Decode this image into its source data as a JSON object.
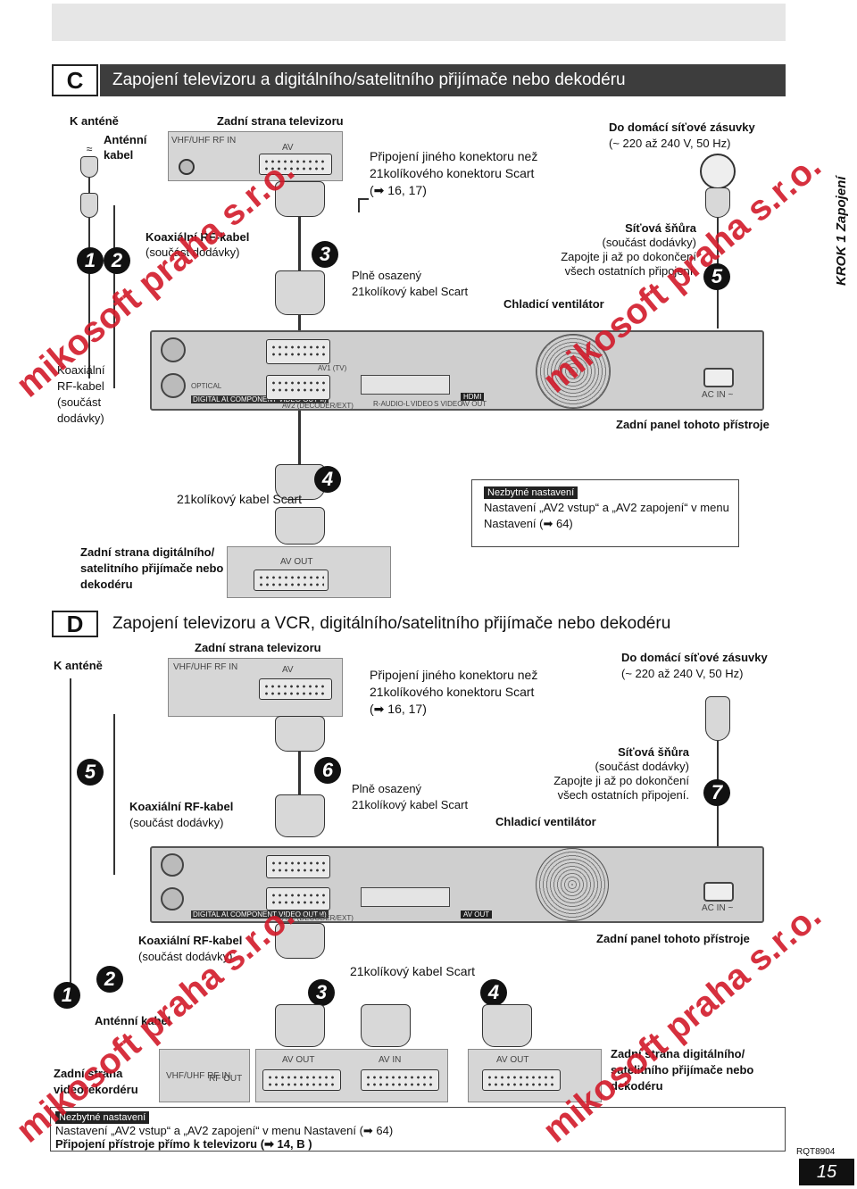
{
  "section_c": {
    "letter": "C",
    "title": "Zapojení televizoru a digitálního/satelitního přijímače nebo dekodéru",
    "k_antene": "K anténě",
    "tv_rear": "Zadní strana televizoru",
    "antenna_cable": "Anténní kabel",
    "tv_rf_in": "VHF/UHF RF IN",
    "tv_av": "AV",
    "coax_cable": "Koaxiální RF-kabel",
    "supplied": "(součást dodávky)",
    "steps": [
      "1",
      "2",
      "3",
      "4",
      "5"
    ],
    "other_conn": {
      "l1": "Připojení jiného konektoru než",
      "l2": "21kolíkového konektoru Scart",
      "l3": "(➡ 16, 17)"
    },
    "scart_full": {
      "l1": "Plně osazený",
      "l2": "21kolíkový kabel Scart"
    },
    "power_outlet": {
      "l1": "Do domácí síťové zásuvky",
      "l2": "(~ 220 až 240 V, 50 Hz)"
    },
    "power_cord": {
      "l1": "Síťová šňůra",
      "l2": "(součást dodávky)",
      "l3": "Zapojte ji až po dokončení",
      "l4": "všech ostatních připojení."
    },
    "cooling_fan": "Chladicí ventilátor",
    "coax_left": {
      "l1": "Koaxiální",
      "l2": "RF-kabel",
      "l3": "(součást",
      "l4": "dodávky)"
    },
    "rear_unit": "Zadní panel tohoto přístroje",
    "scart_21": "21kolíkový kabel Scart",
    "sat_av_out": "AV OUT",
    "sat_rear": {
      "l1": "Zadní strana digitálního/",
      "l2": "satelitního přijímače nebo",
      "l3": "dekodéru"
    },
    "req_tag": "Nezbytné nastavení",
    "req_l1": "Nastavení „AV2 vstup“ a „AV2 zapojení“ v menu",
    "req_l2": "Nastavení (➡ 64)"
  },
  "section_d": {
    "letter": "D",
    "title": "Zapojení televizoru a VCR, digitálního/satelitního přijímače nebo dekodéru",
    "tv_rear": "Zadní strana televizoru",
    "k_antene": "K anténě",
    "tv_rf_in": "VHF/UHF RF IN",
    "tv_av": "AV",
    "other_conn": {
      "l1": "Připojení jiného konektoru než",
      "l2": "21kolíkového konektoru Scart",
      "l3": "(➡ 16, 17)"
    },
    "power_outlet": {
      "l1": "Do domácí síťové zásuvky",
      "l2": "(~ 220 až 240 V, 50 Hz)"
    },
    "steps": [
      "1",
      "2",
      "3",
      "4",
      "5",
      "6",
      "7"
    ],
    "coax_cable": "Koaxiální RF-kabel",
    "supplied": "(součást dodávky)",
    "scart_full": {
      "l1": "Plně osazený",
      "l2": "21kolíkový kabel Scart"
    },
    "cooling_fan": "Chladicí ventilátor",
    "power_cord": {
      "l1": "Síťová šňůra",
      "l2": "(součást dodávky)",
      "l3": "Zapojte ji až po dokončení",
      "l4": "všech ostatních připojení."
    },
    "rear_unit": "Zadní panel tohoto přístroje",
    "scart_21": "21kolíkový kabel Scart",
    "antenna_cable": "Anténní kabel",
    "vcr_rf_in": "VHF/UHF RF IN",
    "vcr_rf_out": "RF OUT",
    "vcr_av_out": "AV OUT",
    "vcr_av_in": "AV IN",
    "sat_av_out": "AV OUT",
    "vcr_rear": {
      "l1": "Zadní strana",
      "l2": "videorekordéru"
    },
    "sat_rear": {
      "l1": "Zadní strana digitálního/",
      "l2": "satelitního přijímače nebo",
      "l3": "dekodéru"
    },
    "req_tag": "Nezbytné nastavení",
    "req_l1": "Nastavení „AV2 vstup“ a „AV2 zapojení“ v menu Nastavení (➡ 64)",
    "req_l2": "Připojení přístroje přímo k televizoru (➡ 14, B )"
  },
  "recorder": {
    "optical": "OPTICAL",
    "digital_audio": "DIGITAL AUDIO OUT (PCM/BITSTREAM)",
    "component": "COMPONENT VIDEO OUT",
    "av1": "AV1 (TV)",
    "av2": "AV2 (DECODER/EXT)",
    "audio": "R-AUDIO-L",
    "video": "VIDEO",
    "svideo": "S VIDEO",
    "hdmi": "HDMI",
    "av_out": "AV OUT",
    "ac_in": "AC IN ~"
  },
  "side_tab": "KROK 1 Zapojení",
  "footer": {
    "code": "RQT8904",
    "page": "15"
  },
  "watermark": "mikosoft praha s.r.o."
}
